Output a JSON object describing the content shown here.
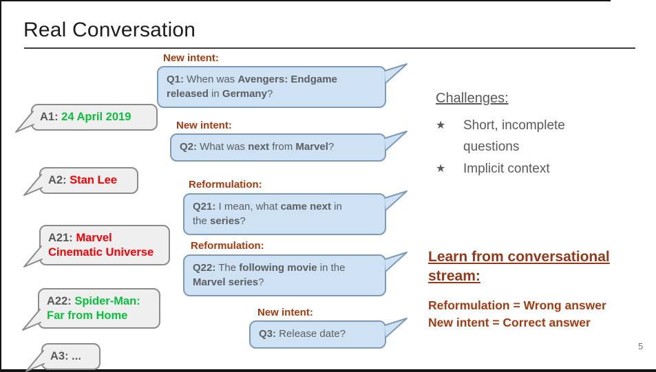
{
  "colors": {
    "accent-red": "#a43a10",
    "answer-wrong": "#fb0005",
    "answer-correct": "#0cbf3d",
    "bubble-question-fill": "#cfe2f3",
    "bubble-question-border": "#7d99b5",
    "bubble-answer-fill": "#efefef",
    "bubble-answer-border": "#8a8a8a",
    "text-gray": "#5b5e61"
  },
  "slide": {
    "title": "Real Conversation",
    "page_number": "5"
  },
  "icons": {
    "star": "★"
  },
  "conversation": {
    "q1": {
      "label": "New intent:",
      "segs": [
        "Q1:",
        " When was ",
        "Avengers: Endgame",
        "released",
        " in ",
        "Germany",
        "?"
      ]
    },
    "a1": {
      "segs": [
        "A1:",
        " 24 April 2019"
      ]
    },
    "q2": {
      "label": "New intent:",
      "segs": [
        "Q2:",
        " What was ",
        "next",
        " from ",
        "Marvel",
        "?"
      ]
    },
    "a2": {
      "segs": [
        "A2:",
        " Stan Lee"
      ]
    },
    "q21": {
      "label": "Reformulation:",
      "segs": [
        "Q21:",
        " I mean, what ",
        "came next",
        " in",
        "the ",
        "series",
        "?"
      ]
    },
    "a21": {
      "segs": [
        "A21:",
        " Marvel",
        "Cinematic Universe"
      ]
    },
    "q22": {
      "label": "Reformulation:",
      "segs": [
        "Q22:",
        " The ",
        "following movie",
        " in the",
        "Marvel series",
        "?"
      ]
    },
    "a22": {
      "segs": [
        "A22:",
        " Spider-Man:",
        "Far from Home"
      ]
    },
    "q3": {
      "label": "New intent:",
      "segs": [
        "Q3:",
        " Release date?"
      ]
    },
    "a3": {
      "segs": [
        "A3:",
        " ..."
      ]
    }
  },
  "challenges": {
    "heading": "Challenges:",
    "items": [
      "Short, incomplete questions",
      "Implicit context"
    ]
  },
  "learn": {
    "heading": "Learn from conversational stream:",
    "lines": [
      "Reformulation = Wrong answer",
      "New intent = Correct answer"
    ]
  }
}
